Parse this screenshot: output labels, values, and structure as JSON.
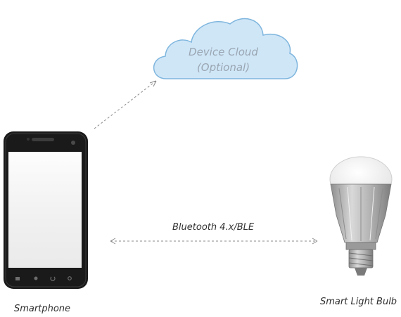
{
  "cloud": {
    "title": "Device Cloud",
    "subtitle": "(Optional)"
  },
  "devices": {
    "phone_label": "Smartphone",
    "bulb_label": "Smart Light Bulb"
  },
  "links": {
    "bluetooth_label": "Bluetooth 4.x/BLE"
  },
  "colors": {
    "cloud_fill": "#cfe6f7",
    "cloud_stroke": "#7fb6de",
    "text_muted": "#9aa6b2",
    "connector": "#8b8b8b",
    "phone_body": "#1a1a1a",
    "phone_screen": "#f2f2f2",
    "bulb_metal": "#b9b9b9",
    "bulb_glass": "#f7f7f7"
  }
}
